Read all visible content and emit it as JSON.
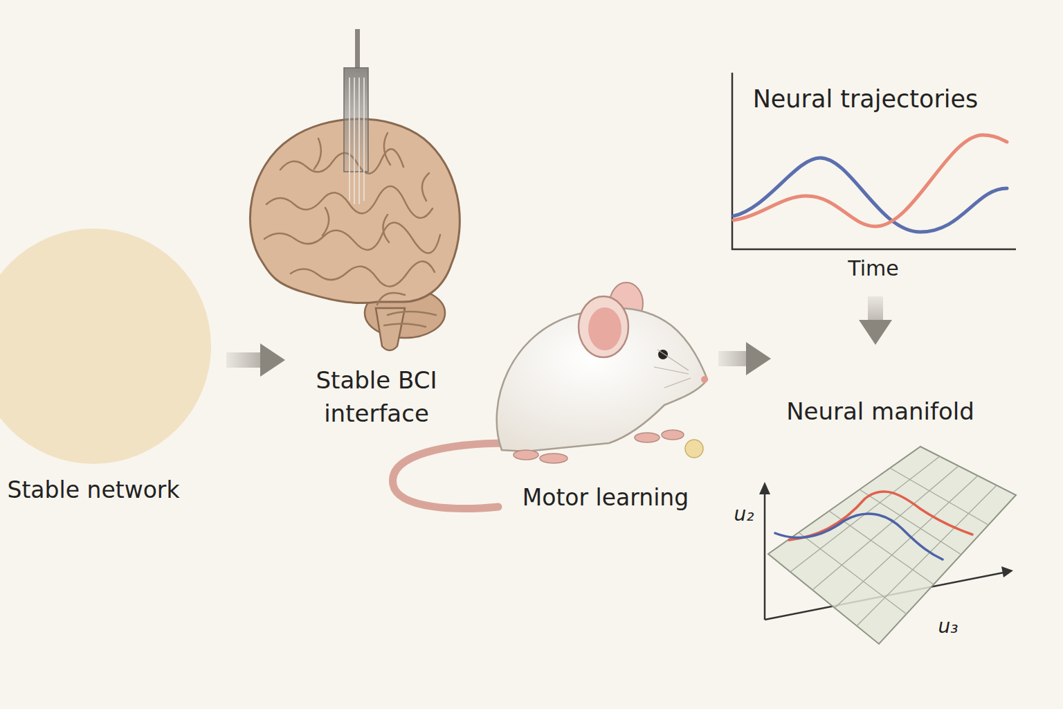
{
  "diagram": {
    "nodes": [
      {
        "text": [
          "Stable network"
        ]
      },
      {
        "text": [
          "Stable BCI interface"
        ]
      },
      {
        "text": [
          "Motor learning"
        ]
      },
      {
        "text": [
          "Neural trajectories"
        ]
      },
      {
        "text": [
          "Neural manifold"
        ]
      }
    ],
    "edges": [
      {
        "from": 0,
        "to": 1,
        "arrow": "to"
      },
      {
        "from": 2,
        "to": 4,
        "arrow": "to"
      },
      {
        "from": 3,
        "to": 4,
        "arrow": "to"
      }
    ],
    "labels": [
      "Time",
      "u₂",
      "u₃"
    ]
  }
}
